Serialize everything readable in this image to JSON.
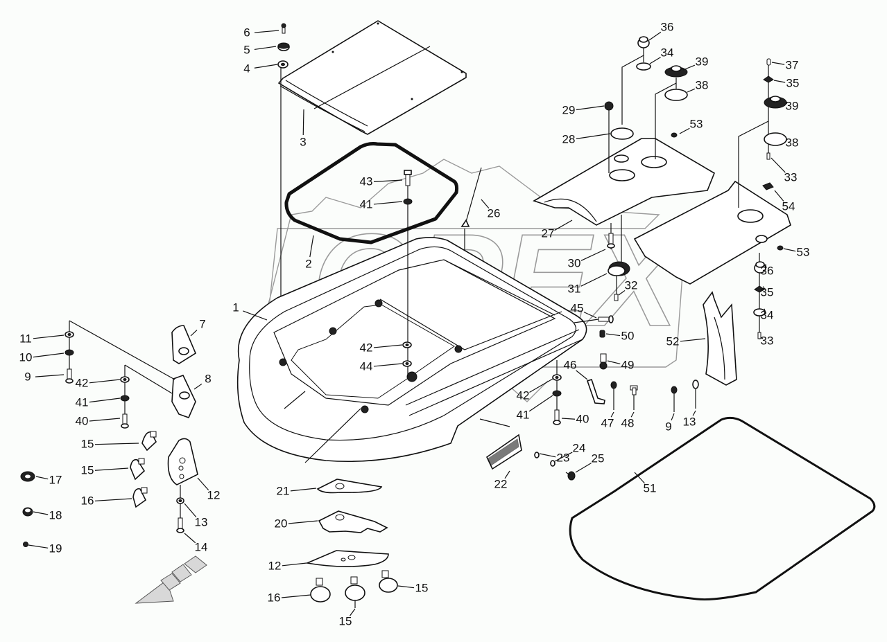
{
  "diagram": {
    "title": "",
    "type": "exploded-parts-diagram",
    "watermark": "OPEX",
    "direction_arrow": "front-direction-arrow",
    "colors": {
      "ink": "#111111",
      "background": "#fbfdfb",
      "watermark": "#9a9a9a"
    },
    "callouts": [
      {
        "id": "c1",
        "label": "1",
        "part": "roof-shell"
      },
      {
        "id": "c2",
        "label": "2",
        "part": "roof-hatch-seal"
      },
      {
        "id": "c3",
        "label": "3",
        "part": "roof-hatch-panel"
      },
      {
        "id": "c4",
        "label": "4",
        "part": "washer"
      },
      {
        "id": "c5",
        "label": "5",
        "part": "cap"
      },
      {
        "id": "c6",
        "label": "6",
        "part": "pin"
      },
      {
        "id": "c7",
        "label": "7",
        "part": "lamp-bracket-plate"
      },
      {
        "id": "c8",
        "label": "8",
        "part": "lamp-bracket"
      },
      {
        "id": "c9a",
        "label": "9",
        "part": "screw"
      },
      {
        "id": "c9b",
        "label": "9",
        "part": "screw"
      },
      {
        "id": "c10",
        "label": "10",
        "part": "washer"
      },
      {
        "id": "c11",
        "label": "11",
        "part": "washer"
      },
      {
        "id": "c12a",
        "label": "12",
        "part": "lamp-plate"
      },
      {
        "id": "c12b",
        "label": "12",
        "part": "lamp-plate"
      },
      {
        "id": "c13a",
        "label": "13",
        "part": "washer"
      },
      {
        "id": "c13b",
        "label": "13",
        "part": "washer"
      },
      {
        "id": "c14",
        "label": "14",
        "part": "screw"
      },
      {
        "id": "c15a",
        "label": "15",
        "part": "lamp"
      },
      {
        "id": "c15b",
        "label": "15",
        "part": "lamp"
      },
      {
        "id": "c15c",
        "label": "15",
        "part": "lamp"
      },
      {
        "id": "c15d",
        "label": "15",
        "part": "lamp"
      },
      {
        "id": "c16a",
        "label": "16",
        "part": "lamp"
      },
      {
        "id": "c16b",
        "label": "16",
        "part": "lamp"
      },
      {
        "id": "c17",
        "label": "17",
        "part": "grommet"
      },
      {
        "id": "c18",
        "label": "18",
        "part": "grommet"
      },
      {
        "id": "c19",
        "label": "19",
        "part": "plug"
      },
      {
        "id": "c20",
        "label": "20",
        "part": "lamp-bracket"
      },
      {
        "id": "c21",
        "label": "21",
        "part": "lamp-plate"
      },
      {
        "id": "c22",
        "label": "22",
        "part": "interior-light"
      },
      {
        "id": "c23",
        "label": "23",
        "part": "washer"
      },
      {
        "id": "c24",
        "label": "24",
        "part": "washer"
      },
      {
        "id": "c25",
        "label": "25",
        "part": "screw"
      },
      {
        "id": "c26",
        "label": "26",
        "part": "antenna"
      },
      {
        "id": "c27",
        "label": "27",
        "part": "headliner-front"
      },
      {
        "id": "c28",
        "label": "28",
        "part": "seal-ring"
      },
      {
        "id": "c29",
        "label": "29",
        "part": "plug"
      },
      {
        "id": "c30",
        "label": "30",
        "part": "screw"
      },
      {
        "id": "c31",
        "label": "31",
        "part": "speaker-grille"
      },
      {
        "id": "c32",
        "label": "32",
        "part": "screw"
      },
      {
        "id": "c33a",
        "label": "33",
        "part": "screw"
      },
      {
        "id": "c33b",
        "label": "33",
        "part": "screw"
      },
      {
        "id": "c34a",
        "label": "34",
        "part": "washer"
      },
      {
        "id": "c34b",
        "label": "34",
        "part": "washer"
      },
      {
        "id": "c35a",
        "label": "35",
        "part": "nut"
      },
      {
        "id": "c35b",
        "label": "35",
        "part": "nut"
      },
      {
        "id": "c36a",
        "label": "36",
        "part": "cap"
      },
      {
        "id": "c36b",
        "label": "36",
        "part": "cap"
      },
      {
        "id": "c37",
        "label": "37",
        "part": "pin"
      },
      {
        "id": "c38a",
        "label": "38",
        "part": "seal-ring"
      },
      {
        "id": "c38b",
        "label": "38",
        "part": "seal-ring"
      },
      {
        "id": "c39a",
        "label": "39",
        "part": "air-vent"
      },
      {
        "id": "c39b",
        "label": "39",
        "part": "air-vent"
      },
      {
        "id": "c40a",
        "label": "40",
        "part": "screw"
      },
      {
        "id": "c40b",
        "label": "40",
        "part": "screw"
      },
      {
        "id": "c41a",
        "label": "41",
        "part": "washer"
      },
      {
        "id": "c41b",
        "label": "41",
        "part": "washer"
      },
      {
        "id": "c41c",
        "label": "41",
        "part": "washer"
      },
      {
        "id": "c42a",
        "label": "42",
        "part": "washer"
      },
      {
        "id": "c42b",
        "label": "42",
        "part": "washer"
      },
      {
        "id": "c42c",
        "label": "42",
        "part": "washer"
      },
      {
        "id": "c43",
        "label": "43",
        "part": "bolt"
      },
      {
        "id": "c44",
        "label": "44",
        "part": "washer"
      },
      {
        "id": "c45",
        "label": "45",
        "part": "bolt"
      },
      {
        "id": "c46",
        "label": "46",
        "part": "bracket"
      },
      {
        "id": "c47",
        "label": "47",
        "part": "clip"
      },
      {
        "id": "c48",
        "label": "48",
        "part": "clip"
      },
      {
        "id": "c49",
        "label": "49",
        "part": "stud"
      },
      {
        "id": "c50",
        "label": "50",
        "part": "clip"
      },
      {
        "id": "c51",
        "label": "51",
        "part": "roof-seal"
      },
      {
        "id": "c52",
        "label": "52",
        "part": "trim-panel"
      },
      {
        "id": "c53a",
        "label": "53",
        "part": "clip"
      },
      {
        "id": "c53b",
        "label": "53",
        "part": "clip"
      },
      {
        "id": "c54",
        "label": "54",
        "part": "clip"
      }
    ]
  }
}
